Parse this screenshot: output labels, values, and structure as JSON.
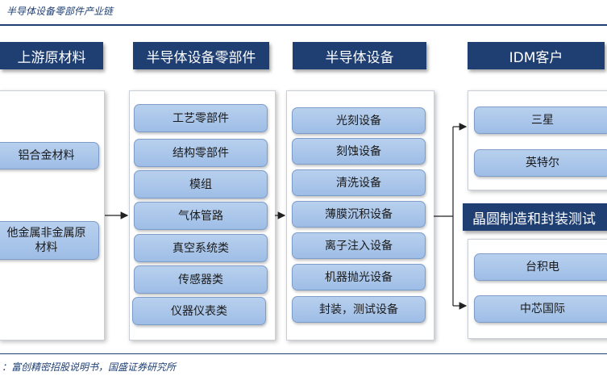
{
  "title": "半导体设备零部件产业链",
  "source": "：富创精密招股说明书，国盛证券研究所",
  "columns": {
    "upstream": {
      "header": "上游原材料",
      "items": [
        "铝合金材料",
        "他金属非金属原\n材料"
      ]
    },
    "components": {
      "header": "半导体设备零部件",
      "items": [
        "工艺零部件",
        "结构零部件",
        "模组",
        "气体管路",
        "真空系统类",
        "传感器类",
        "仪器仪表类"
      ]
    },
    "equipment": {
      "header": "半导体设备",
      "items": [
        "光刻设备",
        "刻蚀设备",
        "清洗设备",
        "薄膜沉积设备",
        "离子注入设备",
        "机器抛光设备",
        "封装，测试设备"
      ]
    },
    "idm": {
      "header": "IDM客户",
      "items": [
        "三星",
        "英特尔"
      ]
    },
    "foundry": {
      "header": "晶圆制造和封装测试",
      "items": [
        "台积电",
        "中芯国际"
      ]
    }
  },
  "colors": {
    "header_bg": "#1f3f73",
    "item_bg": "#a9c6ea",
    "item_border": "#7d9dc8"
  }
}
